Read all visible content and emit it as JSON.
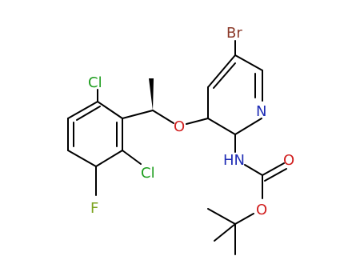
{
  "atoms": {
    "br": {
      "text": "Br",
      "color": "#8B3A2A"
    },
    "n_pyridine": {
      "text": "N",
      "color": "#1F2DB5"
    },
    "o_ether": {
      "text": "O",
      "color": "#D11F1F"
    },
    "nh": {
      "text": "HN",
      "color": "#1F2DB5"
    },
    "o_carbonyl": {
      "text": "O",
      "color": "#D11F1F"
    },
    "o_ester": {
      "text": "O",
      "color": "#D11F1F"
    },
    "cl_top": {
      "text": "Cl",
      "color": "#1F9E1F"
    },
    "cl_mid": {
      "text": "Cl",
      "color": "#1F9E1F"
    },
    "f": {
      "text": "F",
      "color": "#7CA31F"
    }
  },
  "bond_color": "#000000"
}
